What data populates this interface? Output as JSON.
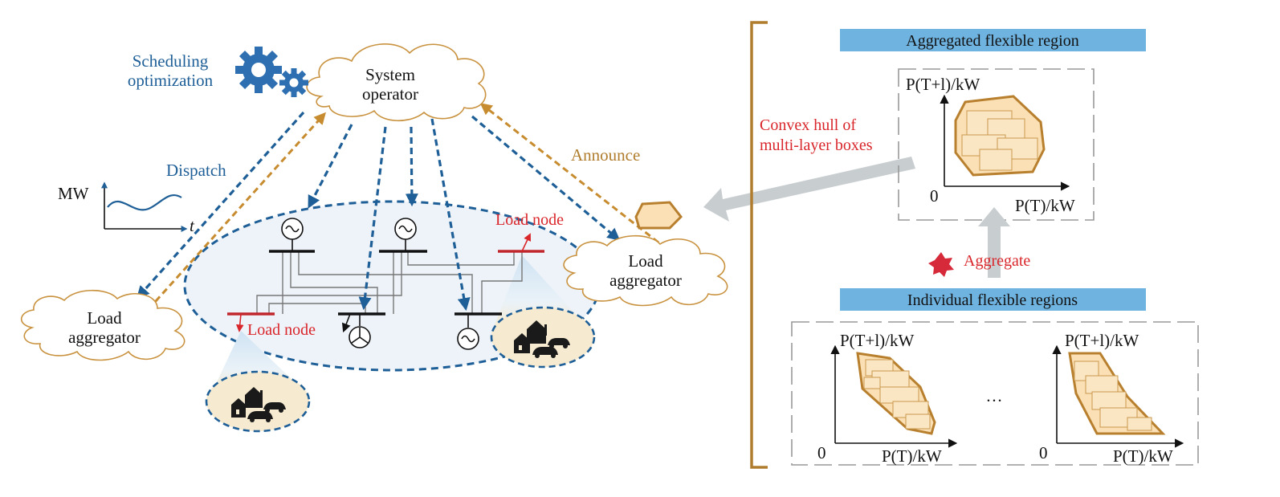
{
  "left": {
    "scheduling_label_1": "Scheduling",
    "scheduling_label_2": "optimization",
    "system_operator_1": "System",
    "system_operator_2": "operator",
    "dispatch_label": "Dispatch",
    "announce_label": "Announce",
    "mw_label": "MW",
    "t_label": "t",
    "load_node_top": "Load node",
    "load_node_left": "Load node",
    "aggregator_right_1": "Load",
    "aggregator_right_2": "aggregator",
    "aggregator_left_1": "Load",
    "aggregator_left_2": "aggregator"
  },
  "right": {
    "aggregated_title": "Aggregated flexible region",
    "individual_title": "Individual flexible regions",
    "convex_hull_1": "Convex hull of",
    "convex_hull_2": "multi-layer boxes",
    "aggregate_label": "Aggregate",
    "axis_y": "P(T+l)/kW",
    "axis_x": "P(T)/kW",
    "origin": "0",
    "ellipsis": "…"
  },
  "colors": {
    "blue": "#1f5f97",
    "gold": "#c78c2f",
    "red": "#d9262b",
    "banner": "#6fb3e0"
  }
}
